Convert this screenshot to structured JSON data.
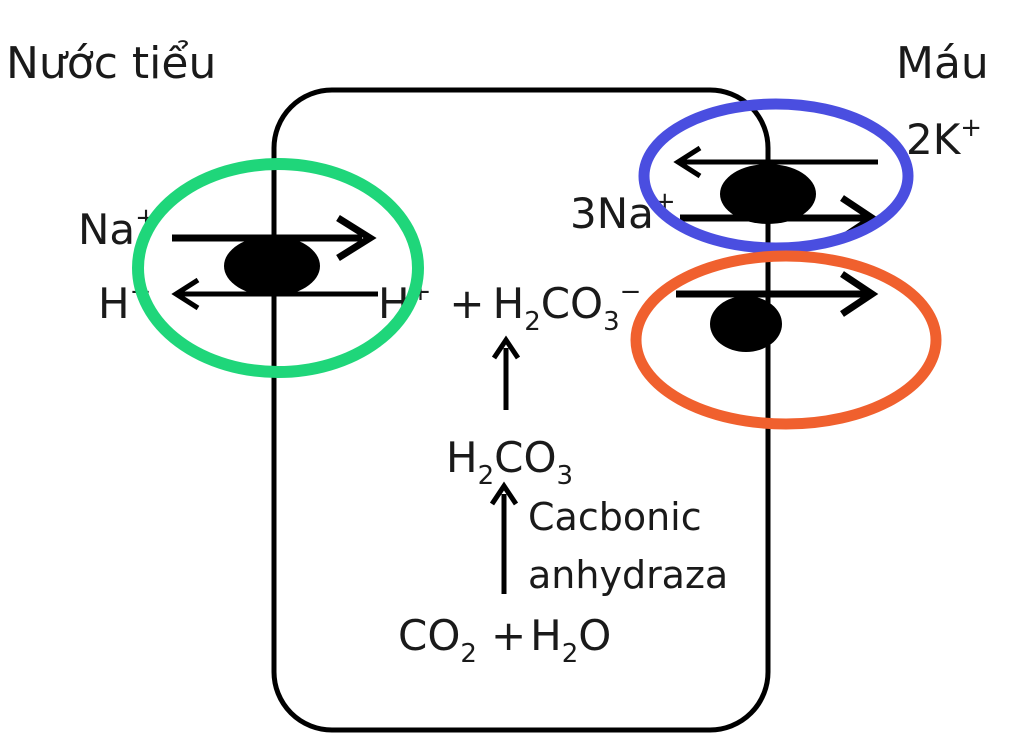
{
  "labels": {
    "urine": "Nước tiểu",
    "blood": "Máu",
    "na_left": "Na",
    "na_left_sup": "+",
    "h_left": "H",
    "h_left_sup": "+",
    "k2": "2K",
    "k2_sup": "+",
    "na3": "3Na",
    "na3_sup": "+",
    "h_mid": "H",
    "h_mid_sup": "+",
    "plus1": "+",
    "hco3_h": "H",
    "hco3_sub2": "2",
    "hco3_co": "CO",
    "hco3_sub3": "3",
    "hco3_sup": "−",
    "h2co3_h": "H",
    "h2co3_sub2": "2",
    "h2co3_co": "CO",
    "h2co3_sub3": "3",
    "enzyme_line1": "Cacbonic",
    "enzyme_line2": "anhydraza",
    "co2_co": "CO",
    "co2_sub": "2",
    "plus2": "+",
    "h2o_h": "H",
    "h2o_sub": "2",
    "h2o_o": "O"
  },
  "colors": {
    "green_highlight": "#1fd67a",
    "blue_highlight": "#4a4ee0",
    "orange_highlight": "#f0602e",
    "ink": "#000000"
  }
}
